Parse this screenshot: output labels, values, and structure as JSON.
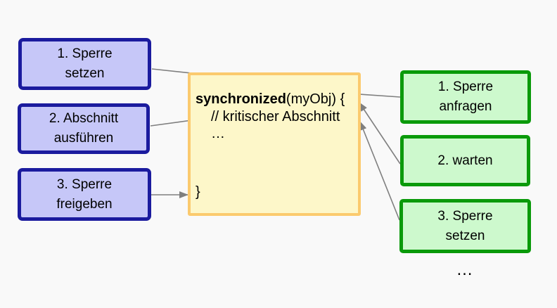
{
  "diagram_title_implied": "synchronized block locking flow",
  "colors": {
    "background": "#f9f9f9",
    "left_box_fill": "#c6c7f8",
    "left_box_border": "#1b1b9e",
    "right_box_fill": "#cdf9cd",
    "right_box_border": "#0a9a0a",
    "code_box_fill": "#fdf7c9",
    "code_box_border": "#fbca6e",
    "arrow": "#7f7f7f",
    "text": "#000000"
  },
  "left_boxes": [
    {
      "line1": "1. Sperre",
      "line2": "setzen"
    },
    {
      "line1": "2. Abschnitt",
      "line2": "ausführen"
    },
    {
      "line1": "3. Sperre",
      "line2": "freigeben"
    }
  ],
  "right_boxes": [
    {
      "line1": "1. Sperre",
      "line2": "anfragen"
    },
    {
      "line1": "2. warten",
      "line2": ""
    },
    {
      "line1": "3. Sperre",
      "line2": "setzen"
    }
  ],
  "code_box": {
    "keyword": "synchronized",
    "signature_rest": "(myObj) {",
    "comment": "// kritischer Abschnitt",
    "ellipsis": "…",
    "closing_brace": "}"
  },
  "trailing_ellipsis": "…"
}
